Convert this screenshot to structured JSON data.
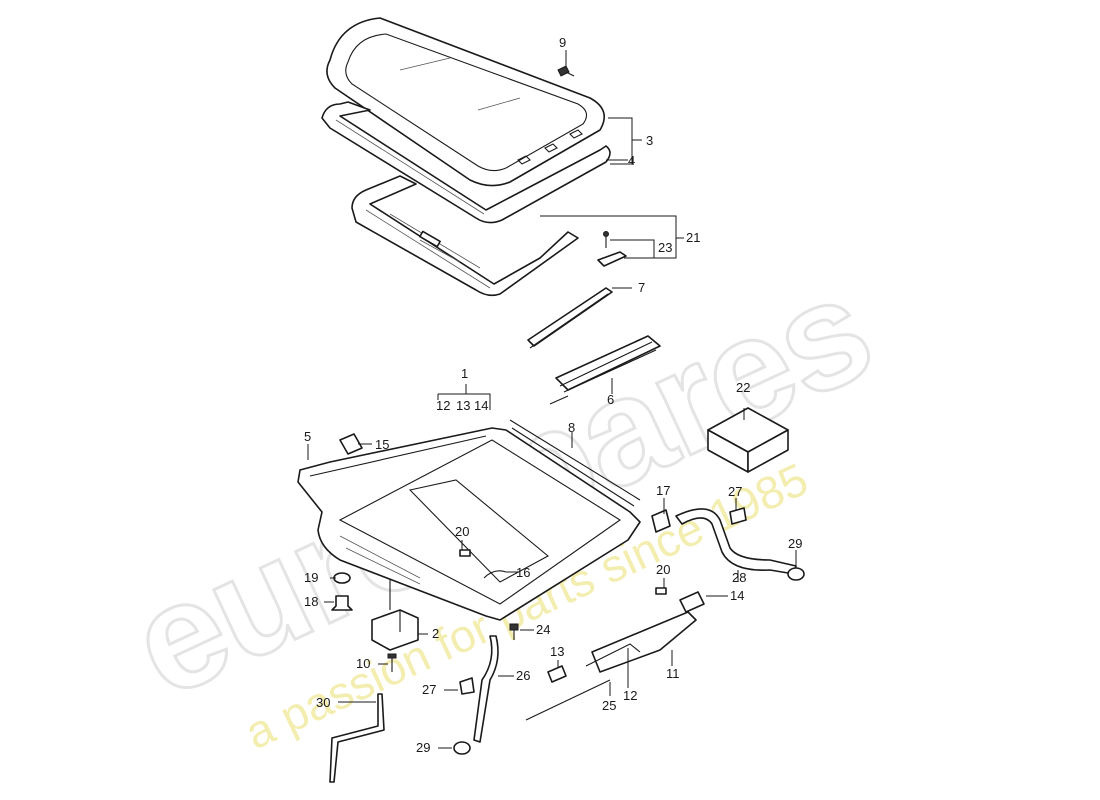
{
  "watermark": {
    "brand": "eurospares",
    "tagline": "a passion for parts since 1985",
    "brand_color": "#e4e4e4",
    "tagline_color": "#f3eeb0"
  },
  "callouts": {
    "c1": "1",
    "c2": "2",
    "c3": "3",
    "c4": "4",
    "c5": "5",
    "c6": "6",
    "c7": "7",
    "c8": "8",
    "c9": "9",
    "c10": "10",
    "c11": "11",
    "c12a": "12",
    "c12b": "12",
    "c13a": "13",
    "c13b": "13",
    "c14a": "14",
    "c14b": "14",
    "c15": "15",
    "c16": "16",
    "c17": "17",
    "c18": "18",
    "c19": "19",
    "c20a": "20",
    "c20b": "20",
    "c21": "21",
    "c22": "22",
    "c23": "23",
    "c24": "24",
    "c25": "25",
    "c26": "26",
    "c27a": "27",
    "c27b": "27",
    "c28": "28",
    "c29a": "29",
    "c29b": "29",
    "c30": "30"
  }
}
